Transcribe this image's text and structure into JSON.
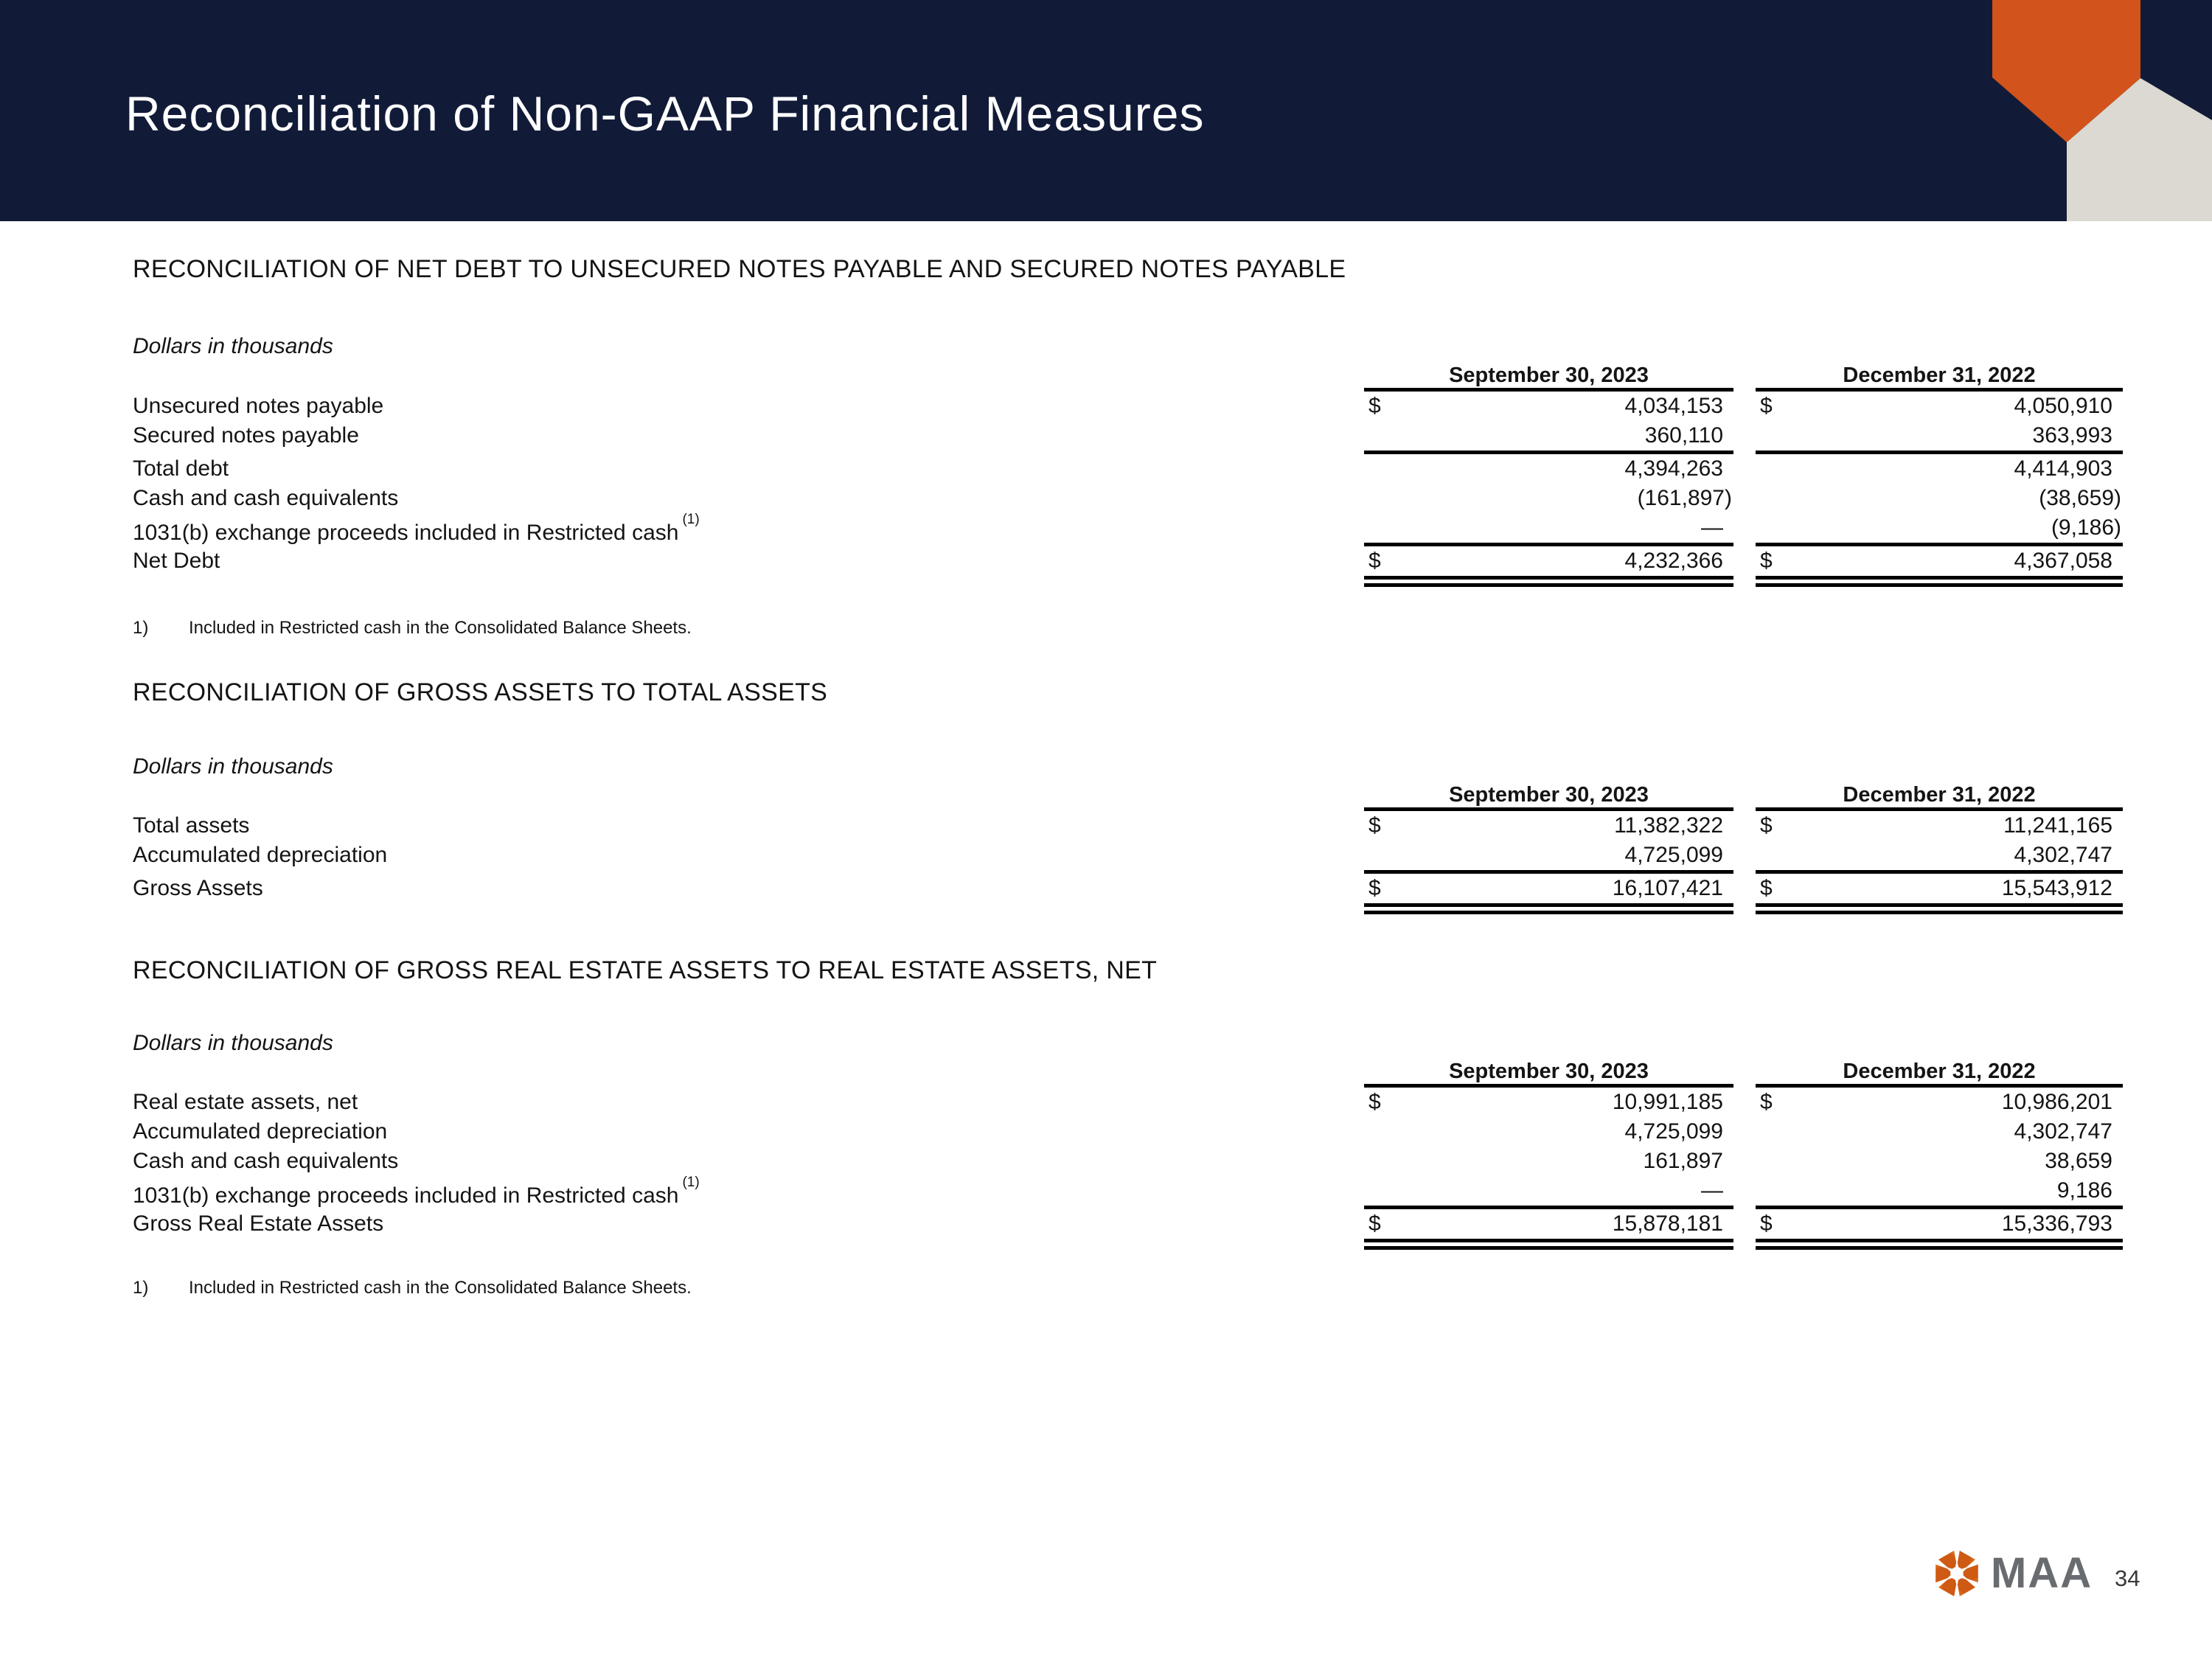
{
  "slide": {
    "title": "Reconciliation of Non-GAAP Financial Measures",
    "brand": "MAA",
    "page_number": "34"
  },
  "colors": {
    "navy": "#111B38",
    "orange": "#D2531B",
    "shape_gray": "#DBD9D1",
    "logo_gray": "#686C70",
    "text": "#1A1A1A"
  },
  "sections": [
    {
      "heading": "RECONCILIATION OF NET DEBT TO UNSECURED NOTES PAYABLE AND SECURED NOTES PAYABLE",
      "units_note": "Dollars in thousands",
      "columns": [
        "September 30, 2023",
        "December 31, 2022"
      ],
      "rows": [
        {
          "label": "Unsecured notes payable",
          "d1": "$",
          "v1": "4,034,153",
          "d2": "$",
          "v2": "4,050,910"
        },
        {
          "label": "Secured notes payable",
          "v1": "360,110",
          "v2": "363,993"
        },
        {
          "label": "Total debt",
          "v1": "4,394,263",
          "v2": "4,414,903"
        },
        {
          "label": "Cash and cash equivalents",
          "v1": "(161,897)",
          "v2": "(38,659)"
        },
        {
          "label": "1031(b) exchange proceeds included in Restricted cash",
          "sup": "(1)",
          "v1": "—",
          "v2": "(9,186)"
        },
        {
          "label": "Net Debt",
          "d1": "$",
          "v1": "4,232,366",
          "d2": "$",
          "v2": "4,367,058"
        }
      ],
      "footnote_marker": "1)",
      "footnote_text": "Included in Restricted cash in the Consolidated Balance Sheets."
    },
    {
      "heading": "RECONCILIATION OF GROSS ASSETS TO TOTAL ASSETS",
      "units_note": "Dollars in thousands",
      "columns": [
        "September 30, 2023",
        "December 31, 2022"
      ],
      "rows": [
        {
          "label": "Total assets",
          "d1": "$",
          "v1": "11,382,322",
          "d2": "$",
          "v2": "11,241,165"
        },
        {
          "label": "Accumulated depreciation",
          "v1": "4,725,099",
          "v2": "4,302,747"
        },
        {
          "label": "Gross Assets",
          "d1": "$",
          "v1": "16,107,421",
          "d2": "$",
          "v2": "15,543,912"
        }
      ]
    },
    {
      "heading": "RECONCILIATION OF GROSS REAL ESTATE ASSETS TO REAL ESTATE ASSETS, NET",
      "units_note": "Dollars in thousands",
      "columns": [
        "September 30, 2023",
        "December 31, 2022"
      ],
      "rows": [
        {
          "label": "Real estate assets, net",
          "d1": "$",
          "v1": "10,991,185",
          "d2": "$",
          "v2": "10,986,201"
        },
        {
          "label": "Accumulated depreciation",
          "v1": "4,725,099",
          "v2": "4,302,747"
        },
        {
          "label": "Cash and cash equivalents",
          "v1": "161,897",
          "v2": "38,659"
        },
        {
          "label": "1031(b) exchange proceeds included in Restricted cash",
          "sup": "(1)",
          "v1": "—",
          "v2": "9,186"
        },
        {
          "label": "Gross Real Estate Assets",
          "d1": "$",
          "v1": "15,878,181",
          "d2": "$",
          "v2": "15,336,793"
        }
      ],
      "footnote_marker": "1)",
      "footnote_text": "Included in Restricted cash in the Consolidated Balance Sheets."
    }
  ]
}
